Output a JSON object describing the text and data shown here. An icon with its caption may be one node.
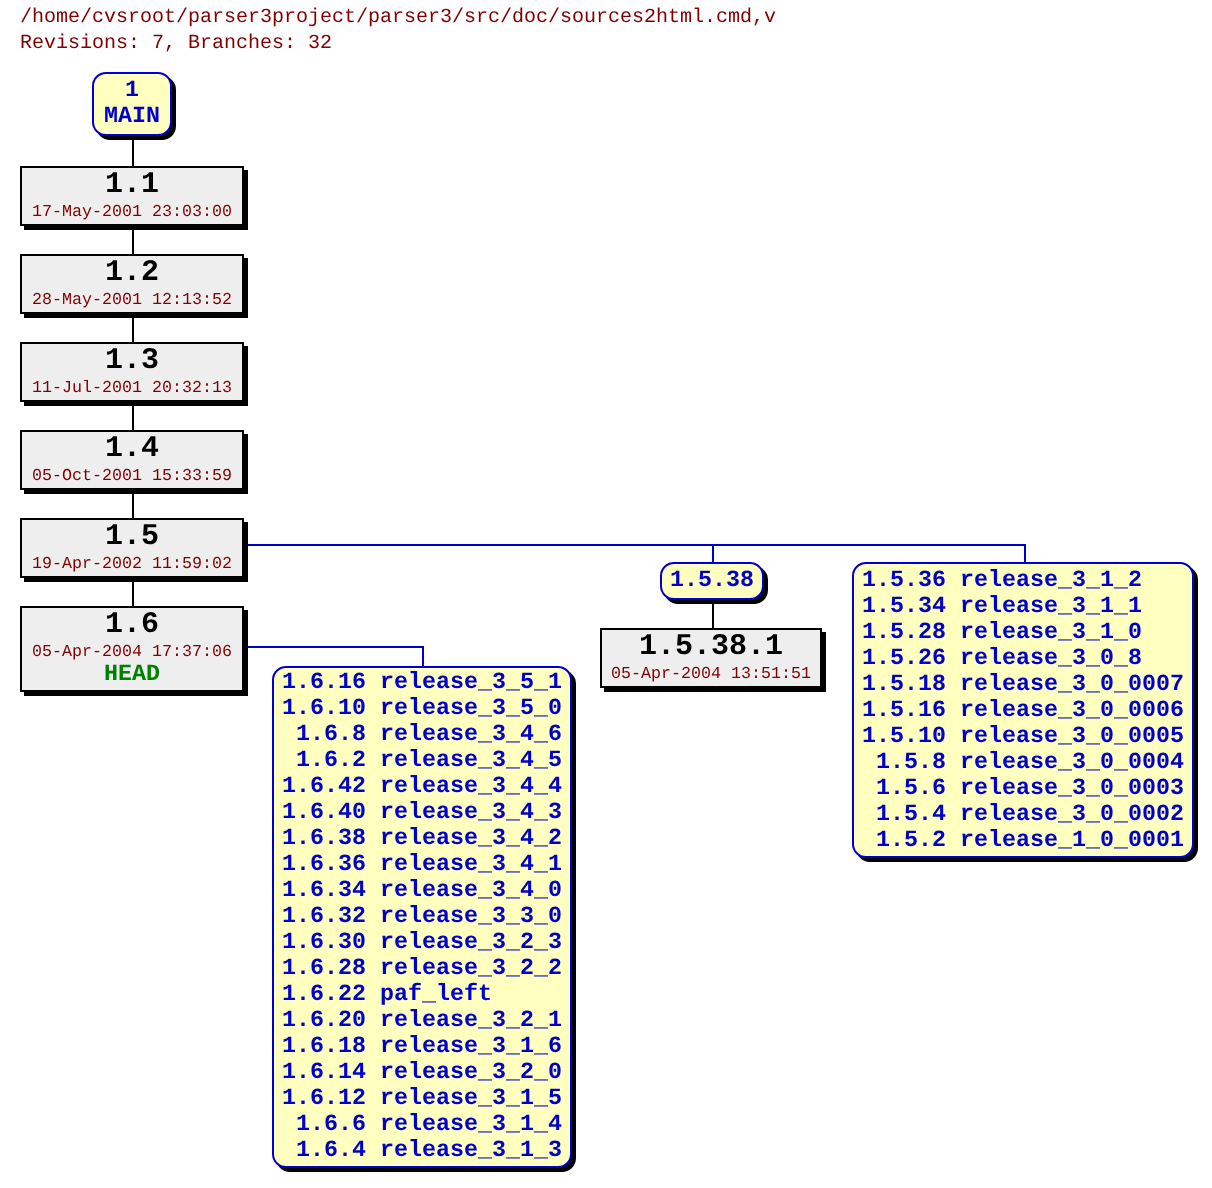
{
  "diagram": {
    "title": "/home/cvsroot/parser3project/parser3/src/doc/sources2html.cmd,v",
    "labels": [
      "Revisions: 7, Branches: 32"
    ],
    "nodes": [
      {
        "text": [
          "1",
          "MAIN"
        ]
      },
      {
        "text": [
          "1.1",
          "17-May-2001 23:03:00"
        ]
      },
      {
        "text": [
          "1.2",
          "28-May-2001 12:13:52"
        ]
      },
      {
        "text": [
          "1.3",
          "11-Jul-2001 20:32:13"
        ]
      },
      {
        "text": [
          "1.4",
          "05-Oct-2001 15:33:59"
        ]
      },
      {
        "text": [
          "1.5",
          "19-Apr-2002 11:59:02"
        ]
      },
      {
        "text": [
          "1.6",
          "05-Apr-2004 17:37:06",
          "HEAD"
        ]
      },
      {
        "text": [
          "1.5.38"
        ]
      },
      {
        "text": [
          "1.5.38.1",
          "05-Apr-2004 13:51:51"
        ]
      },
      {
        "text": [
          "1.5.36",
          "release_3_1_2",
          "1.5.34",
          "release_3_1_1",
          "1.5.28",
          "release_3_1_0",
          "1.5.26",
          "release_3_0_8",
          "1.5.18",
          "release_3_0_0007",
          "1.5.16",
          "release_3_0_0006",
          "1.5.10",
          "release_3_0_0005",
          "1.5.8",
          "release_3_0_0004",
          "1.5.6",
          "release_3_0_0003",
          "1.5.4",
          "release_3_0_0002",
          "1.5.2",
          "release_1_0_0001"
        ]
      },
      {
        "text": [
          "1.6.16",
          "release_3_5_1",
          "1.6.10",
          "release_3_5_0",
          "1.6.8",
          "release_3_4_6",
          "1.6.2",
          "release_3_4_5",
          "1.6.42",
          "release_3_4_4",
          "1.6.40",
          "release_3_4_3",
          "1.6.38",
          "release_3_4_2",
          "1.6.36",
          "release_3_4_1",
          "1.6.34",
          "release_3_4_0",
          "1.6.32",
          "release_3_3_0",
          "1.6.30",
          "release_3_2_3",
          "1.6.28",
          "release_3_2_2",
          "1.6.22",
          "paf_left",
          "1.6.20",
          "release_3_2_1",
          "1.6.18",
          "release_3_1_6",
          "1.6.14",
          "release_3_2_0",
          "1.6.12",
          "release_3_1_5",
          "1.6.6",
          "release_3_1_4",
          "1.6.4",
          "release_3_1_3"
        ]
      }
    ],
    "edges": [
      {
        "from": 0,
        "to": 1,
        "arrow": "none"
      },
      {
        "from": 1,
        "to": 2,
        "arrow": "none"
      },
      {
        "from": 2,
        "to": 3,
        "arrow": "none"
      },
      {
        "from": 3,
        "to": 4,
        "arrow": "none"
      },
      {
        "from": 4,
        "to": 5,
        "arrow": "none"
      },
      {
        "from": 5,
        "to": 6,
        "arrow": "none"
      },
      {
        "from": 5,
        "to": 7,
        "arrow": "none",
        "color": "#0000cc"
      },
      {
        "from": 5,
        "to": 9,
        "arrow": "none",
        "color": "#0000cc"
      },
      {
        "from": 7,
        "to": 8,
        "arrow": "none"
      },
      {
        "from": 6,
        "to": 10,
        "arrow": "none",
        "color": "#0000cc"
      }
    ]
  }
}
